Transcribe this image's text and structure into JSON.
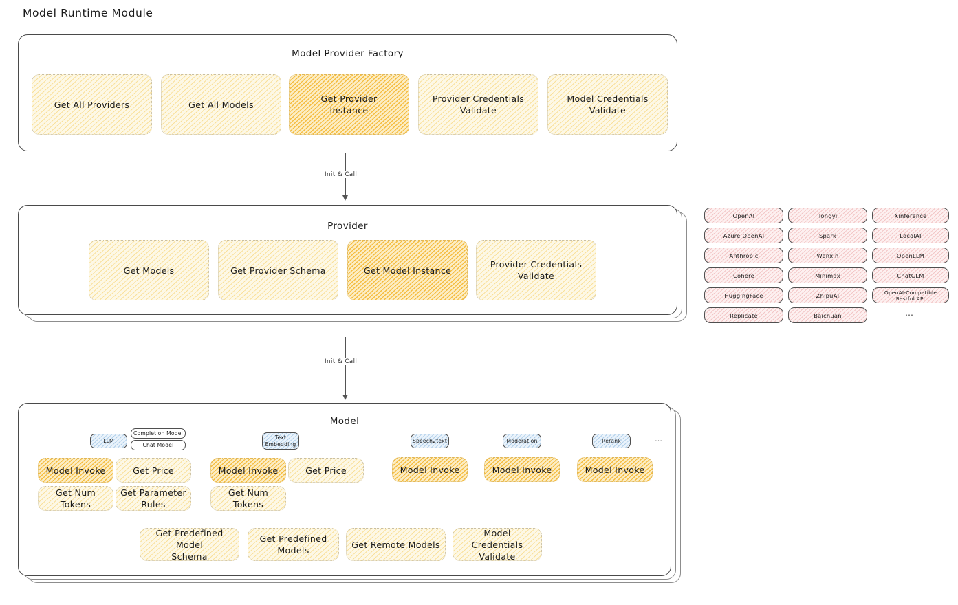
{
  "page": {
    "title": "Model Runtime Module",
    "background": "#ffffff",
    "accent_yellow": "#f6cd5c",
    "accent_yellow_strong": "#f4b733",
    "accent_pink": "#e28686",
    "accent_blue": "#6ea5d6",
    "stroke": "#3b3b3b"
  },
  "sections": [
    {
      "id": "model-provider-factory",
      "title": "Model Provider Factory",
      "stack_layers": 1,
      "nodes": [
        {
          "label": "Get All Providers",
          "highlight": false
        },
        {
          "label": "Get All Models",
          "highlight": false
        },
        {
          "label": "Get Provider\nInstance",
          "highlight": true
        },
        {
          "label": "Provider Credentials\nValidate",
          "highlight": false
        },
        {
          "label": "Model Credentials\nValidate",
          "highlight": false
        }
      ]
    },
    {
      "id": "provider",
      "title": "Provider",
      "stack_layers": 3,
      "nodes": [
        {
          "label": "Get Models",
          "highlight": false
        },
        {
          "label": "Get Provider Schema",
          "highlight": false
        },
        {
          "label": "Get Model Instance",
          "highlight": true
        },
        {
          "label": "Provider Credentials\nValidate",
          "highlight": false
        }
      ]
    },
    {
      "id": "model",
      "title": "Model",
      "stack_layers": 3,
      "shared_nodes": [
        {
          "label": "Get Predefined Model\nSchema",
          "highlight": false
        },
        {
          "label": "Get Predefined\nModels",
          "highlight": false
        },
        {
          "label": "Get Remote Models",
          "highlight": false
        },
        {
          "label": "Model Credentials\nValidate",
          "highlight": false
        }
      ],
      "model_types": [
        {
          "badge": "LLM",
          "sub_badges": [
            "Completion Model",
            "Chat Model"
          ],
          "methods": [
            {
              "label": "Model Invoke",
              "highlight": true
            },
            {
              "label": "Get Price",
              "highlight": false
            },
            {
              "label": "Get Num Tokens",
              "highlight": false
            },
            {
              "label": "Get Parameter\nRules",
              "highlight": false
            }
          ]
        },
        {
          "badge": "Text\nEmbedding",
          "sub_badges": [],
          "methods": [
            {
              "label": "Model Invoke",
              "highlight": true
            },
            {
              "label": "Get Price",
              "highlight": false
            },
            {
              "label": "Get Num Tokens",
              "highlight": false
            }
          ]
        },
        {
          "badge": "Speech2text",
          "sub_badges": [],
          "methods": [
            {
              "label": "Model Invoke",
              "highlight": true
            }
          ]
        },
        {
          "badge": "Moderation",
          "sub_badges": [],
          "methods": [
            {
              "label": "Model Invoke",
              "highlight": true
            }
          ]
        },
        {
          "badge": "Rerank",
          "sub_badges": [],
          "methods": [
            {
              "label": "Model Invoke",
              "highlight": true
            }
          ]
        }
      ],
      "more_indicator": "…"
    }
  ],
  "arrows": [
    {
      "id": "factory-to-provider",
      "label": "Init & Call"
    },
    {
      "id": "provider-to-model",
      "label": "Init & Call"
    }
  ],
  "provider_list": {
    "more_indicator": "…",
    "columns": [
      {
        "items": [
          "OpenAI",
          "Azure OpenAI",
          "Anthropic",
          "Cohere",
          "HuggingFace",
          "Replicate"
        ]
      },
      {
        "items": [
          "Tongyi",
          "Spark",
          "Wenxin",
          "Minimax",
          "ZhipuAI",
          "Baichuan"
        ]
      },
      {
        "items": [
          "Xinference",
          "LocalAI",
          "OpenLLM",
          "ChatGLM",
          "OpenAI-Compatible Restful API"
        ]
      }
    ]
  }
}
